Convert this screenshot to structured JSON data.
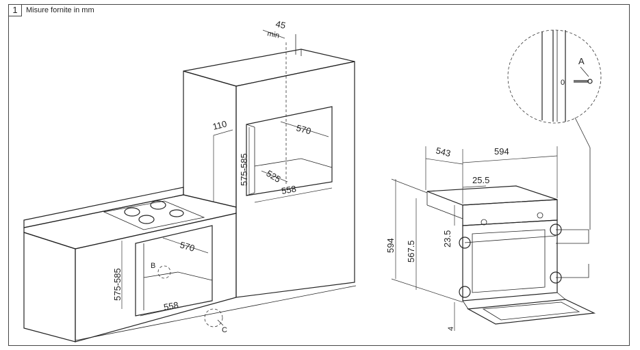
{
  "figure_number": "1",
  "caption": "Misure fornite in mm",
  "column_dims": {
    "min_gap_value": "45",
    "min_gap_unit": "min",
    "vent_depth": "110",
    "niche_height": "575-585",
    "niche_depth_top": "570",
    "niche_depth_inner": "525",
    "niche_width": "558"
  },
  "undercounter_dims": {
    "niche_height": "575-585",
    "niche_depth": "570",
    "niche_width": "558"
  },
  "oven_dims": {
    "depth": "543",
    "width": "594",
    "front_offset": "25.5",
    "height": "594",
    "inner_height": "567.5",
    "panel_height": "23.5",
    "bottom_gap": "4"
  },
  "markers": {
    "a": "A",
    "b": "B",
    "c": "C",
    "zero": "0"
  }
}
